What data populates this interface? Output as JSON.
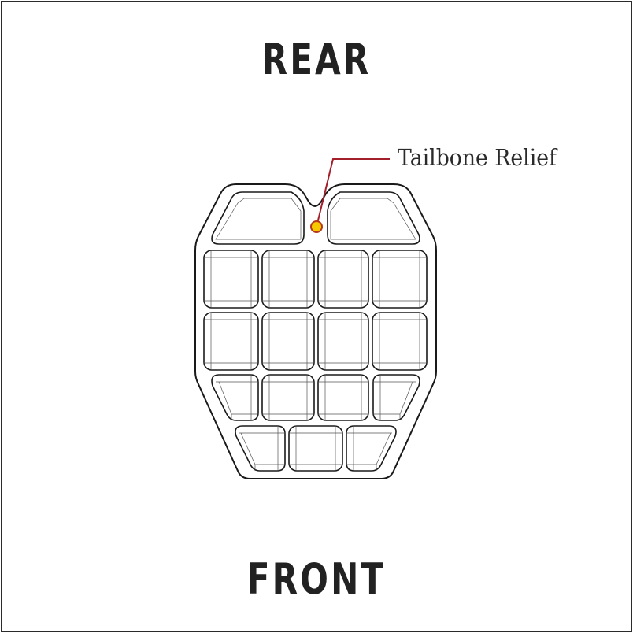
{
  "diagram": {
    "title_top": "REAR",
    "title_bottom": "FRONT",
    "callout": {
      "label": "Tailbone Relief",
      "line_color": "#a3202a",
      "marker_fill": "#f5c800",
      "marker_stroke": "#b5381c"
    },
    "cushion": {
      "outline_color": "#1a1a1a",
      "rows": [
        {
          "row": 1,
          "cells": 2,
          "shape": "chamfered-top-outer"
        },
        {
          "row": 2,
          "cells": 4,
          "shape": "square"
        },
        {
          "row": 3,
          "cells": 4,
          "shape": "square"
        },
        {
          "row": 4,
          "cells": 4,
          "shape": "chamfered-bottom-outer"
        },
        {
          "row": 5,
          "cells": 3,
          "shape": "chamfered-bottom-outer"
        }
      ],
      "total_cells": 17
    }
  }
}
